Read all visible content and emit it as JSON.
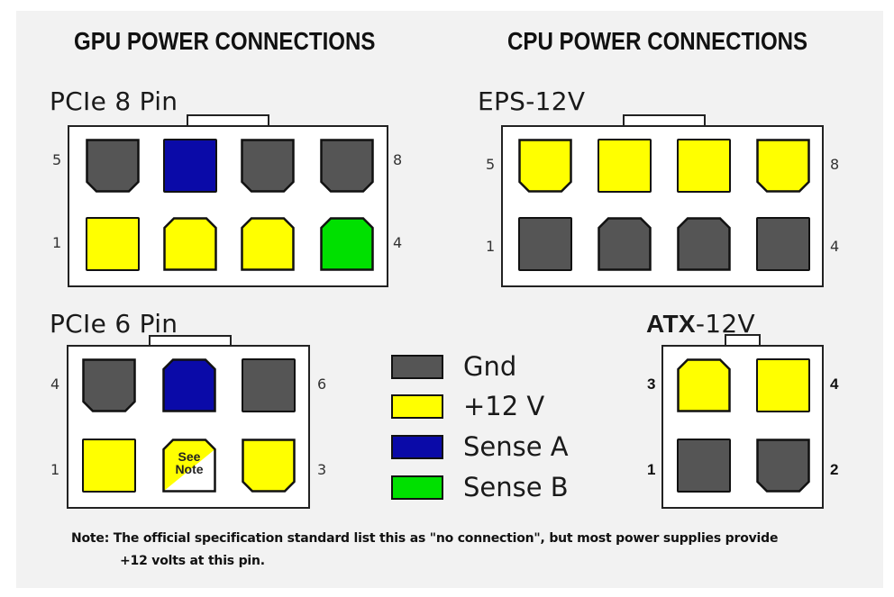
{
  "colors": {
    "gnd": "#555555",
    "v12": "#ffff00",
    "senseA": "#0a0aa8",
    "senseB": "#00e000",
    "panel": "#f2f2f2"
  },
  "titles": {
    "gpu": "GPU POWER CONNECTIONS",
    "cpu": "CPU POWER CONNECTIONS"
  },
  "connectors": {
    "pcie8": {
      "name": "PCIe 8 Pin",
      "pin_labels": {
        "top_left": "5",
        "top_right": "8",
        "bottom_left": "1",
        "bottom_right": "4"
      },
      "top_row": [
        "gnd",
        "senseA",
        "gnd",
        "gnd"
      ],
      "bottom_row": [
        "v12",
        "v12",
        "v12",
        "senseB"
      ]
    },
    "eps12v": {
      "name": "EPS-12V",
      "pin_labels": {
        "top_left": "5",
        "top_right": "8",
        "bottom_left": "1",
        "bottom_right": "4"
      },
      "top_row": [
        "v12",
        "v12",
        "v12",
        "v12"
      ],
      "bottom_row": [
        "gnd",
        "gnd",
        "gnd",
        "gnd"
      ]
    },
    "pcie6": {
      "name": "PCIe 6 Pin",
      "pin_labels": {
        "top_left": "4",
        "top_right": "6",
        "bottom_left": "1",
        "bottom_right": "3"
      },
      "top_row": [
        "gnd",
        "senseA",
        "gnd"
      ],
      "bottom_row": [
        "v12",
        "see-note",
        "v12"
      ],
      "see_note_label_1": "See",
      "see_note_label_2": "Note"
    },
    "atx12v": {
      "name_bold": "ATX",
      "name_rest": "-12V",
      "pin_labels": {
        "top_left": "3",
        "top_right": "4",
        "bottom_left": "1",
        "bottom_right": "2"
      },
      "top_row": [
        "v12",
        "v12"
      ],
      "bottom_row": [
        "gnd",
        "gnd"
      ]
    }
  },
  "legend": [
    {
      "label": "Gnd",
      "color_key": "gnd"
    },
    {
      "label": "+12 V",
      "color_key": "v12"
    },
    {
      "label": "Sense A",
      "color_key": "senseA"
    },
    {
      "label": "Sense B",
      "color_key": "senseB"
    }
  ],
  "note": {
    "line1": "Note: The official specification standard list this as \"no connection\", but most power supplies provide",
    "line2": "+12 volts at this pin."
  }
}
